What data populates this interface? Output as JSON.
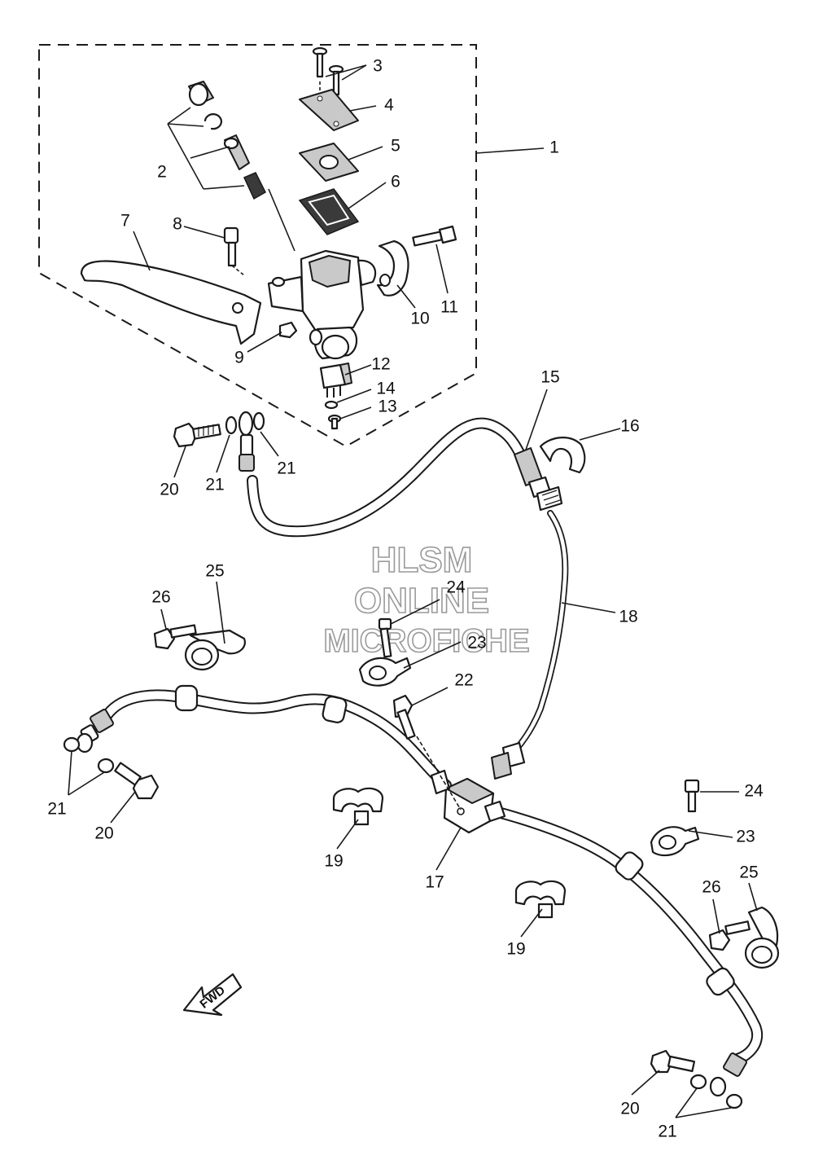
{
  "watermark": {
    "line1": "HLSM",
    "line2": "ONLINE",
    "line3": "MICROFICHE"
  },
  "direction_label": "FWD",
  "callouts": {
    "c1": "1",
    "c2": "2",
    "c3": "3",
    "c4": "4",
    "c5": "5",
    "c6": "6",
    "c7": "7",
    "c8": "8",
    "c9": "9",
    "c10": "10",
    "c11": "11",
    "c12": "12",
    "c13": "13",
    "c14": "14",
    "c15": "15",
    "c16": "16",
    "c17": "17",
    "c18": "18",
    "c19a": "19",
    "c19b": "19",
    "c20a": "20",
    "c20b": "20",
    "c20c": "20",
    "c21a": "21",
    "c21b": "21",
    "c21c": "21",
    "c21d": "21",
    "c22": "22",
    "c23a": "23",
    "c23b": "23",
    "c24a": "24",
    "c24b": "24",
    "c25a": "25",
    "c25b": "25",
    "c26a": "26",
    "c26b": "26"
  }
}
